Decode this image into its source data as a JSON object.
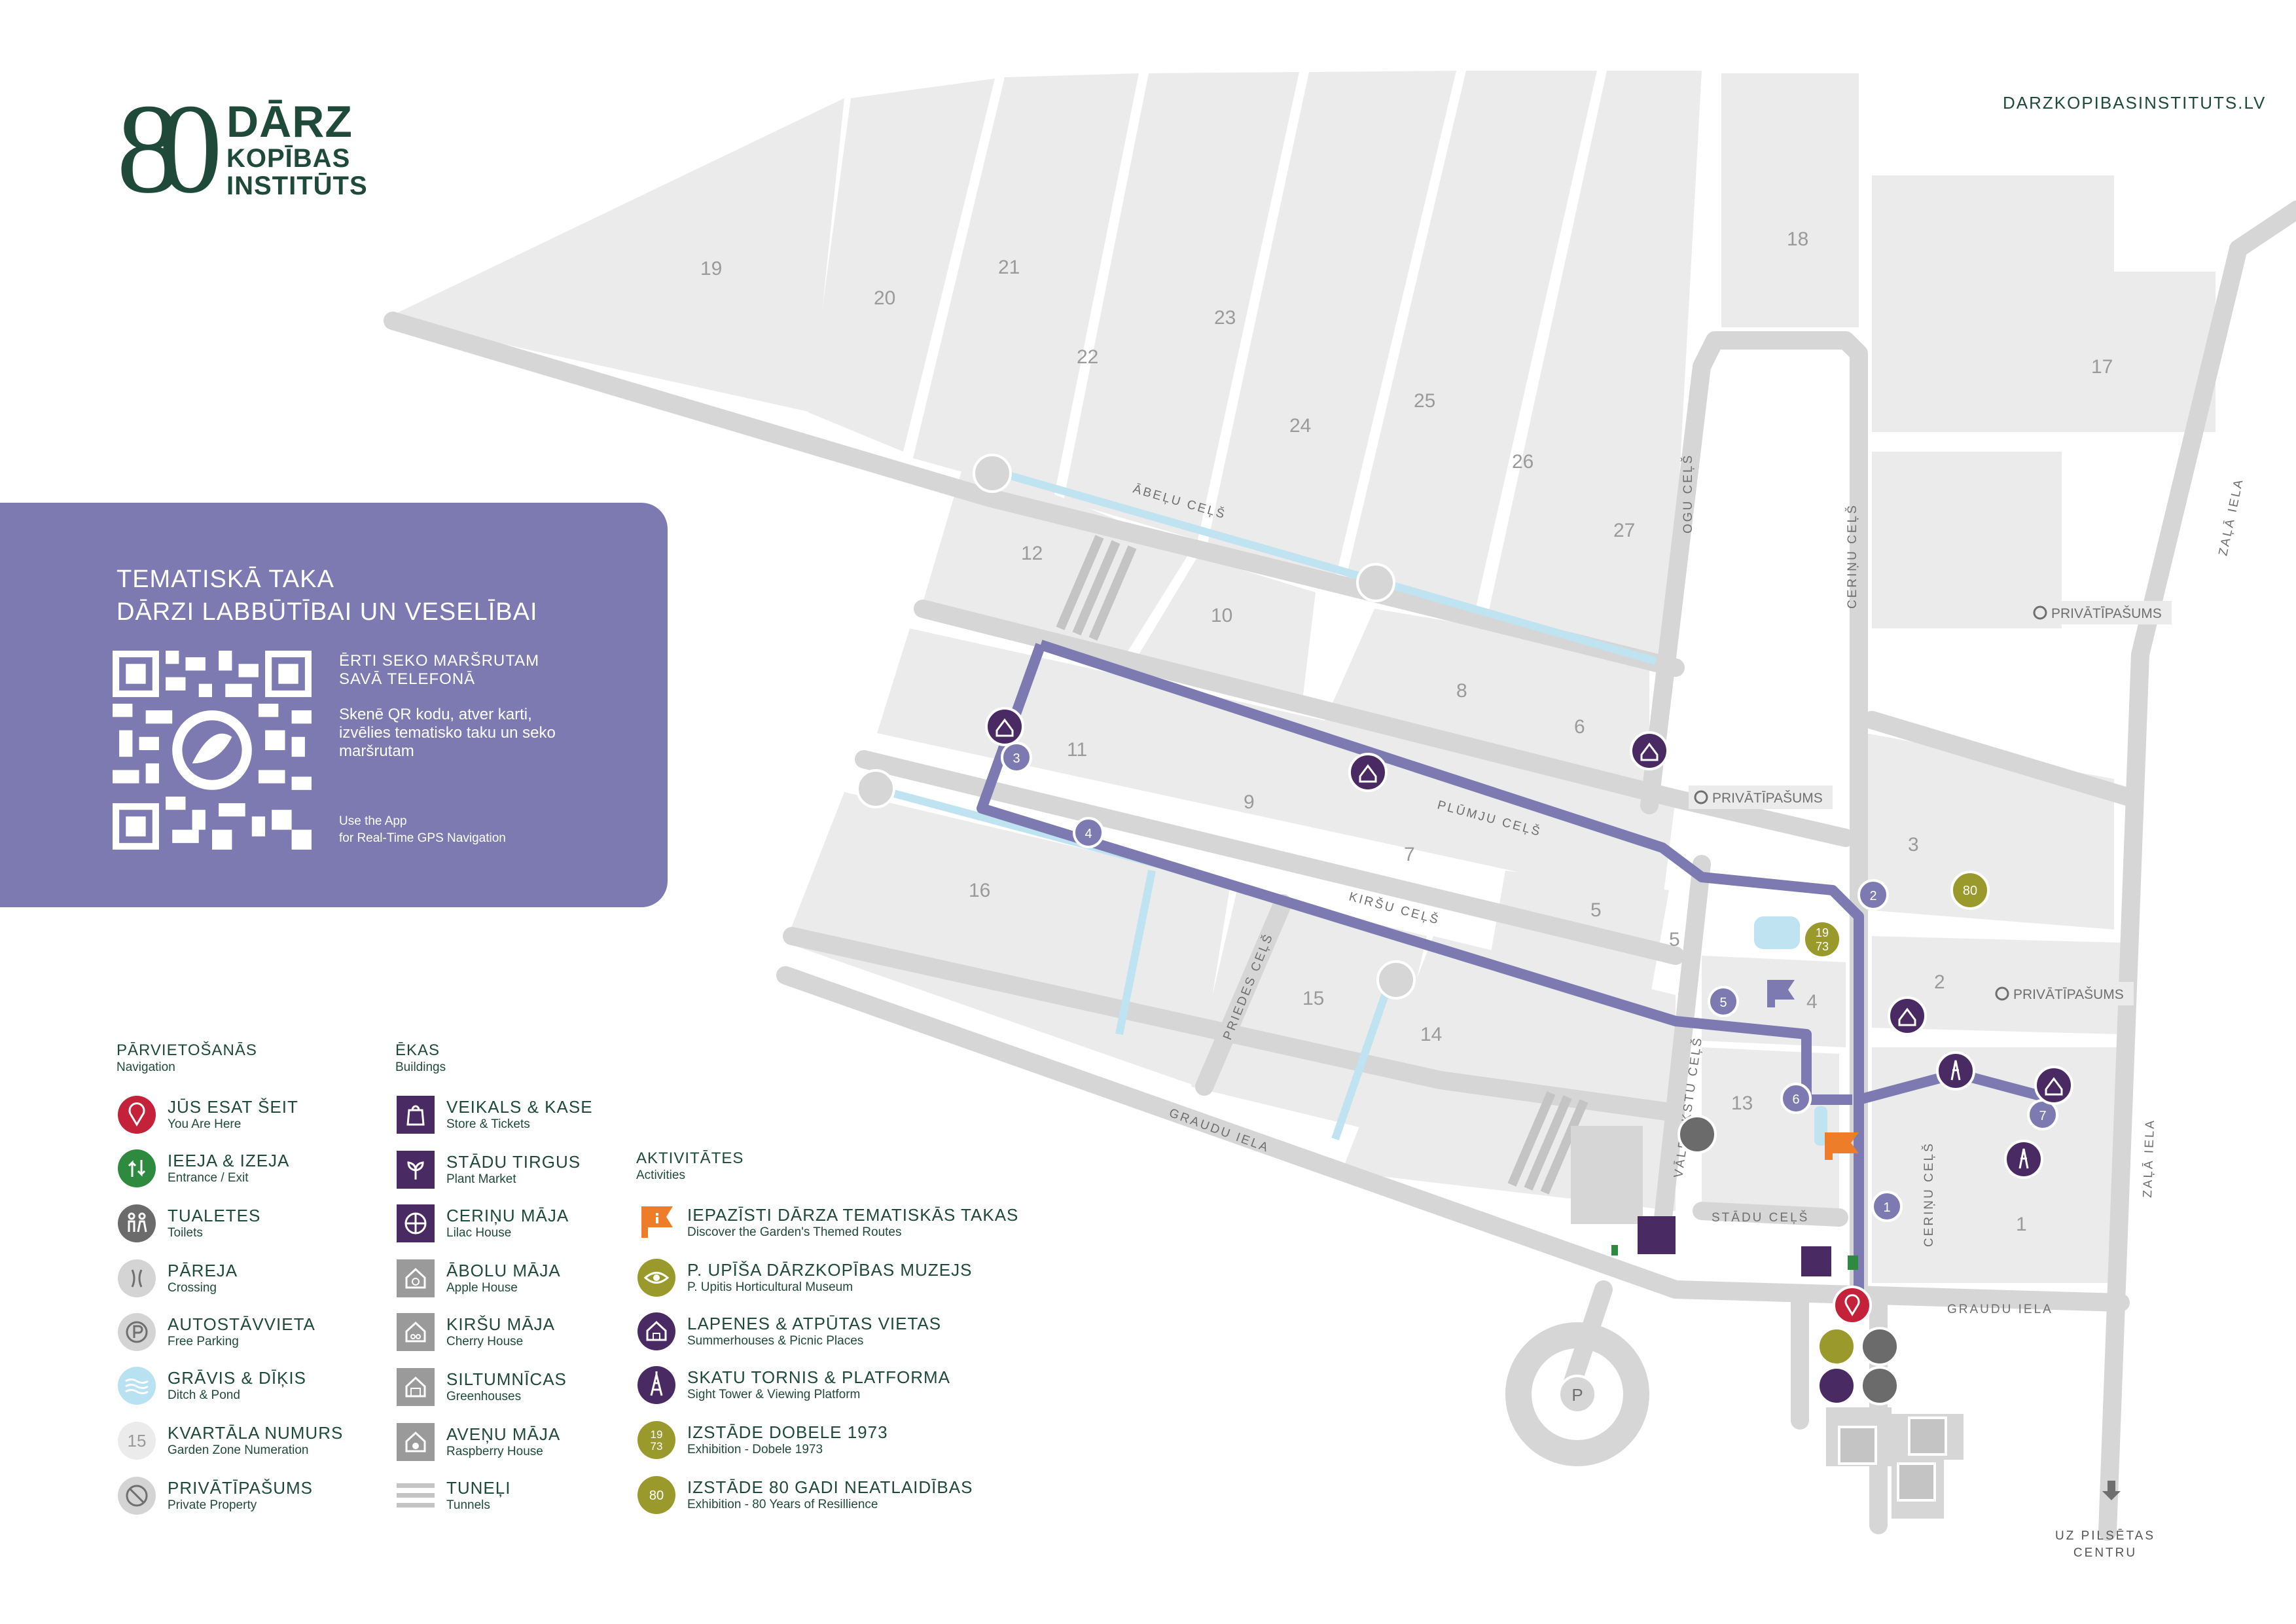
{
  "site_url": "DARZKOPIBASINSTITUTS.LV",
  "logo": {
    "number": "80",
    "line1": "DĀRZ",
    "line2": "KOPĪBAS",
    "line3": "INSTITŪTS"
  },
  "panel": {
    "title_line1": "TEMATISKĀ TAKA",
    "title_line2": "DĀRZI LABBŪTĪBAI UN VESELĪBAI",
    "cta_line1": "ĒRTI SEKO MARŠRUTAM",
    "cta_line2": "SAVĀ TELEFONĀ",
    "desc": "Skenē QR kodu, atver karti, izvēlies tematisko taku un seko maršrutam",
    "app_line1": "Use the App",
    "app_line2": "for Real-Time GPS Navigation"
  },
  "map": {
    "zones": [
      "1",
      "2",
      "3",
      "4",
      "5",
      "5",
      "6",
      "7",
      "8",
      "9",
      "10",
      "11",
      "12",
      "13",
      "14",
      "15",
      "16",
      "17",
      "18",
      "19",
      "20",
      "21",
      "22",
      "23",
      "24",
      "25",
      "26",
      "27"
    ],
    "streets": [
      "ĀBEĻU CEĻŠ",
      "PLŪMJU CEĻŠ",
      "KIRŠU CEĻŠ",
      "PRIEDES CEĻŠ",
      "GRAUDU IELA",
      "GRAUDU IELA",
      "VĀLRIEKSTU CEĻŠ",
      "STĀDU CEĻŠ",
      "OGU CEĻŠ",
      "CERIŅU CEĻŠ",
      "CERIŅU CEĻŠ",
      "ZAĻĀ IELA",
      "ZAĻĀ IELA"
    ],
    "private_label": "PRIVĀTĪPAŠUMS",
    "route_stops": [
      "1",
      "2",
      "3",
      "4",
      "5",
      "6",
      "7"
    ],
    "exhibition_1973": [
      "19",
      "73"
    ],
    "exhibition_80": "80",
    "parking_symbol": "P",
    "destination_line1": "UZ PILSĒTAS",
    "destination_line2": "CENTRU"
  },
  "legend": {
    "navigation": {
      "heading": "PĀRVIETOŠANĀS",
      "sub": "Navigation",
      "items": [
        {
          "lv": "JŪS ESAT ŠEIT",
          "en": "You Are Here",
          "icon": "map-pin-icon",
          "color": "#c4213a"
        },
        {
          "lv": "IEEJA & IZEJA",
          "en": "Entrance / Exit",
          "icon": "entrance-arrows-icon",
          "color": "#2e8a3e"
        },
        {
          "lv": "TUALETES",
          "en": "Toilets",
          "icon": "toilets-icon",
          "color": "#6b6b6b"
        },
        {
          "lv": "PĀREJA",
          "en": "Crossing",
          "icon": "crossing-icon",
          "color": "#d4d4d4"
        },
        {
          "lv": "AUTOSTĀVVIETA",
          "en": "Free Parking",
          "icon": "parking-icon",
          "color": "#d4d4d4"
        },
        {
          "lv": "GRĀVIS & DĪĶIS",
          "en": "Ditch & Pond",
          "icon": "water-icon",
          "color": "#b8e2f2"
        },
        {
          "lv": "KVARTĀLA NUMURS",
          "en": "Garden Zone Numeration",
          "icon": "zone-number-icon",
          "value": "15",
          "color": "#ebebeb"
        },
        {
          "lv": "PRIVĀTĪPAŠUMS",
          "en": "Private Property",
          "icon": "no-entry-icon",
          "color": "#d4d4d4"
        }
      ]
    },
    "buildings": {
      "heading": "ĒKAS",
      "sub": "Buildings",
      "items": [
        {
          "lv": "VEIKALS & KASE",
          "en": "Store & Tickets",
          "icon": "shopping-bag-icon",
          "color": "#4a2a62"
        },
        {
          "lv": "STĀDU TIRGUS",
          "en": "Plant Market",
          "icon": "plant-icon",
          "color": "#4a2a62"
        },
        {
          "lv": "CERIŅU MĀJA",
          "en": "Lilac House",
          "icon": "lilac-icon",
          "color": "#4a2a62"
        },
        {
          "lv": "ĀBOLU MĀJA",
          "en": "Apple House",
          "icon": "apple-house-icon",
          "color": "#9a9a9a"
        },
        {
          "lv": "KIRŠU MĀJA",
          "en": "Cherry House",
          "icon": "cherry-house-icon",
          "color": "#9a9a9a"
        },
        {
          "lv": "SILTUMNĪCAS",
          "en": "Greenhouses",
          "icon": "greenhouse-icon",
          "color": "#9a9a9a"
        },
        {
          "lv": "AVEŅU MĀJA",
          "en": "Raspberry House",
          "icon": "raspberry-house-icon",
          "color": "#9a9a9a"
        },
        {
          "lv": "TUNEĻI",
          "en": "Tunnels",
          "icon": "tunnels-icon",
          "color": "#c4c4c4"
        }
      ]
    },
    "activities": {
      "heading": "AKTIVITĀTES",
      "sub": "Activities",
      "items": [
        {
          "lv": "IEPAZĪSTI DĀRZA TEMATISKĀS TAKAS",
          "en": "Discover the Garden's Themed Routes",
          "icon": "info-flag-icon",
          "color": "#ee7d2a"
        },
        {
          "lv": "P. UPĪŠA DĀRZKOPĪBAS MUZEJS",
          "en": "P. Upitis Horticultural Museum",
          "icon": "museum-eye-icon",
          "color": "#9a9a2c"
        },
        {
          "lv": "LAPENES & ATPŪTAS VIETAS",
          "en": "Summerhouses & Picnic Places",
          "icon": "summerhouse-icon",
          "color": "#4a2a62"
        },
        {
          "lv": "SKATU TORNIS & PLATFORMA",
          "en": "Sight Tower & Viewing Platform",
          "icon": "tower-icon",
          "color": "#4a2a62"
        },
        {
          "lv": "IZSTĀDE DOBELE 1973",
          "en": "Exhibition - Dobele 1973",
          "icon": "exhibition-1973-icon",
          "color": "#9a9a2c"
        },
        {
          "lv": "IZSTĀDE 80 GADI NEATLAIDĪBAS",
          "en": "Exhibition - 80 Years of Resillience",
          "icon": "exhibition-80-icon",
          "color": "#9a9a2c"
        }
      ]
    }
  },
  "colors": {
    "zone": "#ebebeb",
    "road": "#d6d6d6",
    "water": "#bfe3f1",
    "route": "#7c7ab0",
    "stop_fill": "#7c7ab0",
    "building_purple": "#4a2a62",
    "olive": "#9a9a2c",
    "orange": "#ee7d2a",
    "red": "#c4213a",
    "green": "#2e8a3e",
    "brand": "#1f4a3a"
  }
}
